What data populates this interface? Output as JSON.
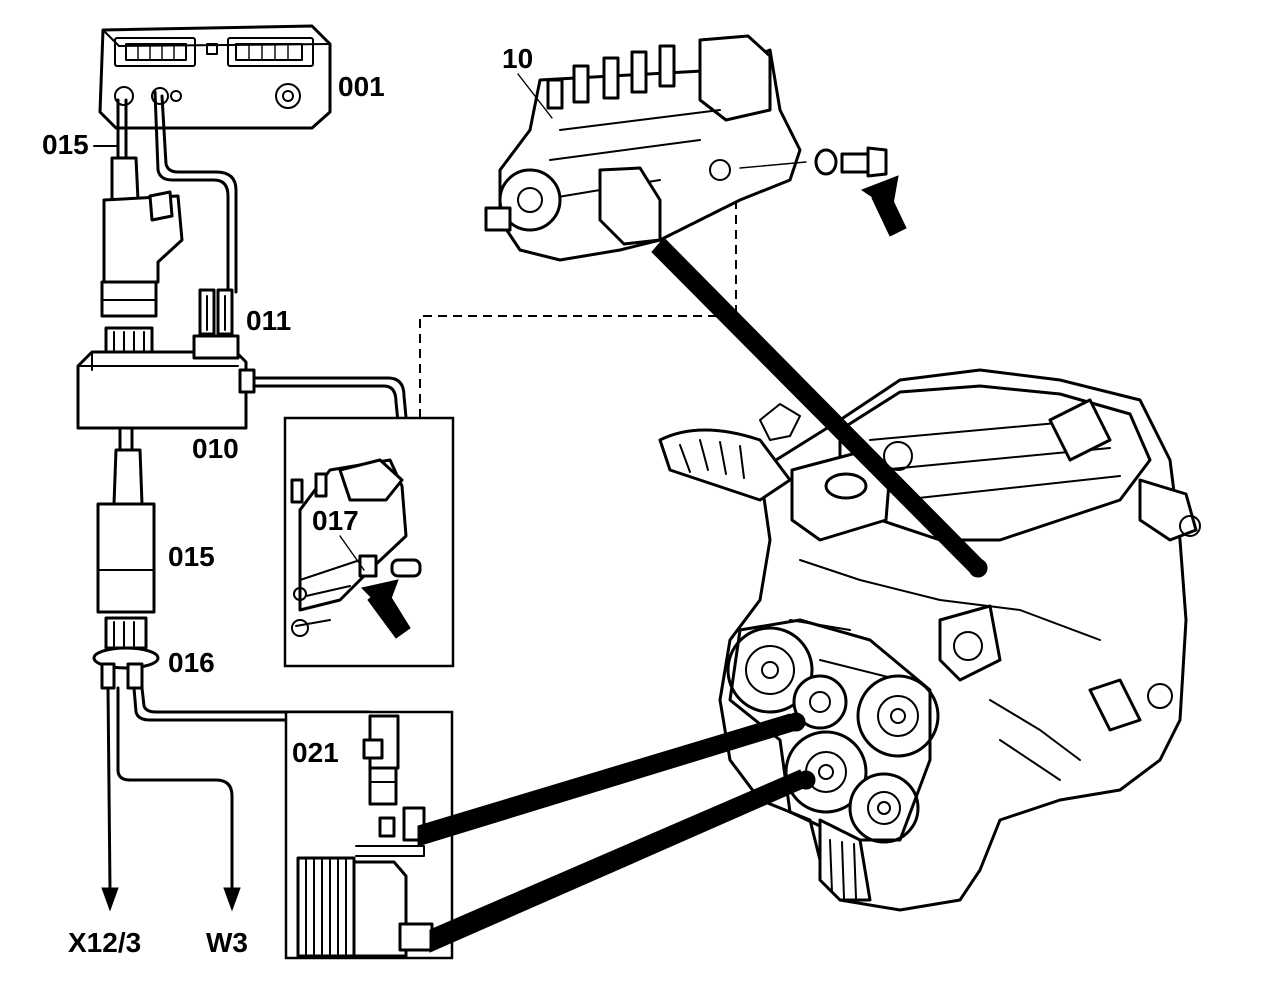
{
  "labels": {
    "l001": "001",
    "l015_top": "015",
    "l011": "011",
    "l010": "010",
    "l015_mid": "015",
    "l016": "016",
    "l017": "017",
    "l021": "021",
    "l10": "10",
    "x12_3": "X12/3",
    "w3": "W3"
  },
  "icons": {
    "control_unit": "control-unit-icon",
    "injection_pump": "injection-pump-icon",
    "engine": "engine-icon",
    "arrow": "pointer-arrow-icon"
  },
  "colors": {
    "ink": "#000000",
    "paper": "#ffffff"
  }
}
